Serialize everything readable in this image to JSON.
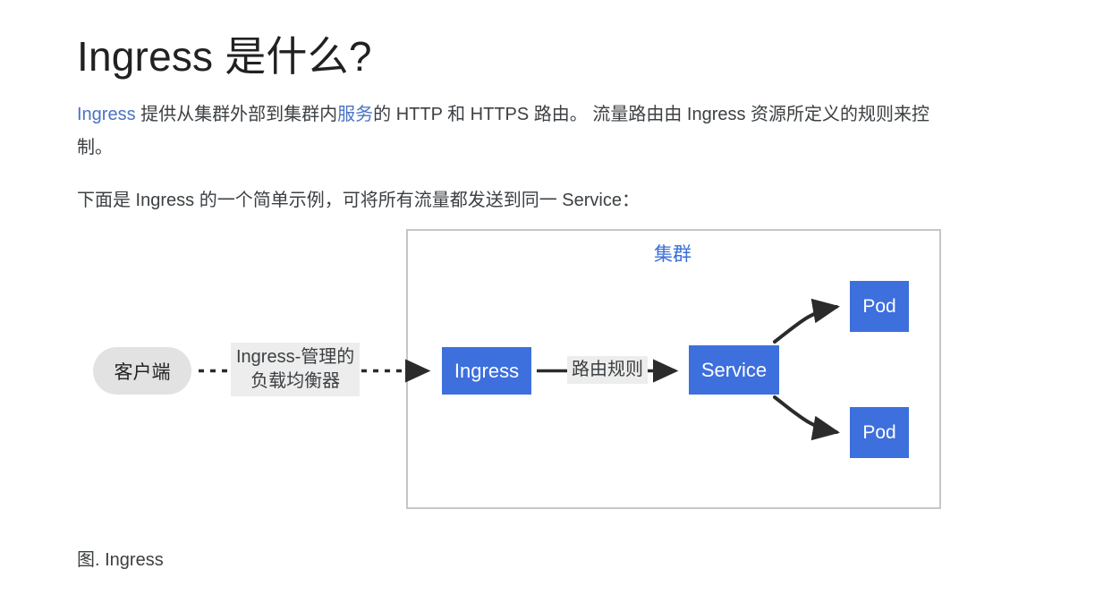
{
  "page": {
    "title": "Ingress 是什么?",
    "caption": "图. Ingress"
  },
  "paragraphs": {
    "intro": {
      "link_ingress": "Ingress",
      "text_1": " 提供从集群外部到集群内",
      "link_service": "服务",
      "text_2": "的 HTTP 和 HTTPS 路由。 流量路由由 Ingress 资源所定义的规则来控制。"
    },
    "example": "下面是 Ingress 的一个简单示例，可将所有流量都发送到同一 Service："
  },
  "diagram": {
    "cluster_label": "集群",
    "client_label": "客户端",
    "load_balancer_label_line1": "Ingress-管理的",
    "load_balancer_label_line2": "负载均衡器",
    "ingress_label": "Ingress",
    "routing_rule_label": "路由规则",
    "service_label": "Service",
    "pod_top_label": "Pod",
    "pod_bottom_label": "Pod"
  },
  "colors": {
    "link": "#4a72c4",
    "node_blue": "#3d6fdd",
    "cluster_label_blue": "#3a6fd8",
    "client_grey": "#e2e2e2",
    "edge_label_grey": "#ededed",
    "cluster_border": "#c6c6c6",
    "body_text": "#3c4043",
    "title_text": "#212121"
  }
}
